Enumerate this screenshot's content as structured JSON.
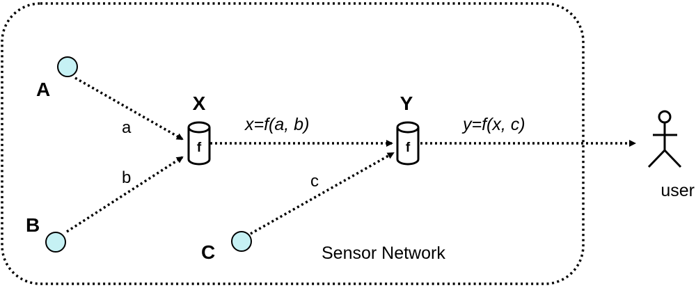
{
  "colors": {
    "sensor_fill": "#c6f1f4",
    "stroke": "#000000",
    "background": "#ffffff"
  },
  "region": {
    "label": "Sensor Network"
  },
  "sensors": [
    {
      "id": "A",
      "label": "A"
    },
    {
      "id": "B",
      "label": "B"
    },
    {
      "id": "C",
      "label": "C"
    }
  ],
  "aggregators": [
    {
      "id": "X",
      "label": "X",
      "symbol": "f"
    },
    {
      "id": "Y",
      "label": "Y",
      "symbol": "f"
    }
  ],
  "edges": [
    {
      "from": "A",
      "to": "X",
      "label": "a"
    },
    {
      "from": "B",
      "to": "X",
      "label": "b"
    },
    {
      "from": "C",
      "to": "Y",
      "label": "c"
    },
    {
      "from": "X",
      "to": "Y",
      "label": "x=f(a, b)"
    },
    {
      "from": "Y",
      "to": "user",
      "label": "y=f(x, c)"
    }
  ],
  "user": {
    "label": "user",
    "icon": "stick-figure-icon"
  }
}
